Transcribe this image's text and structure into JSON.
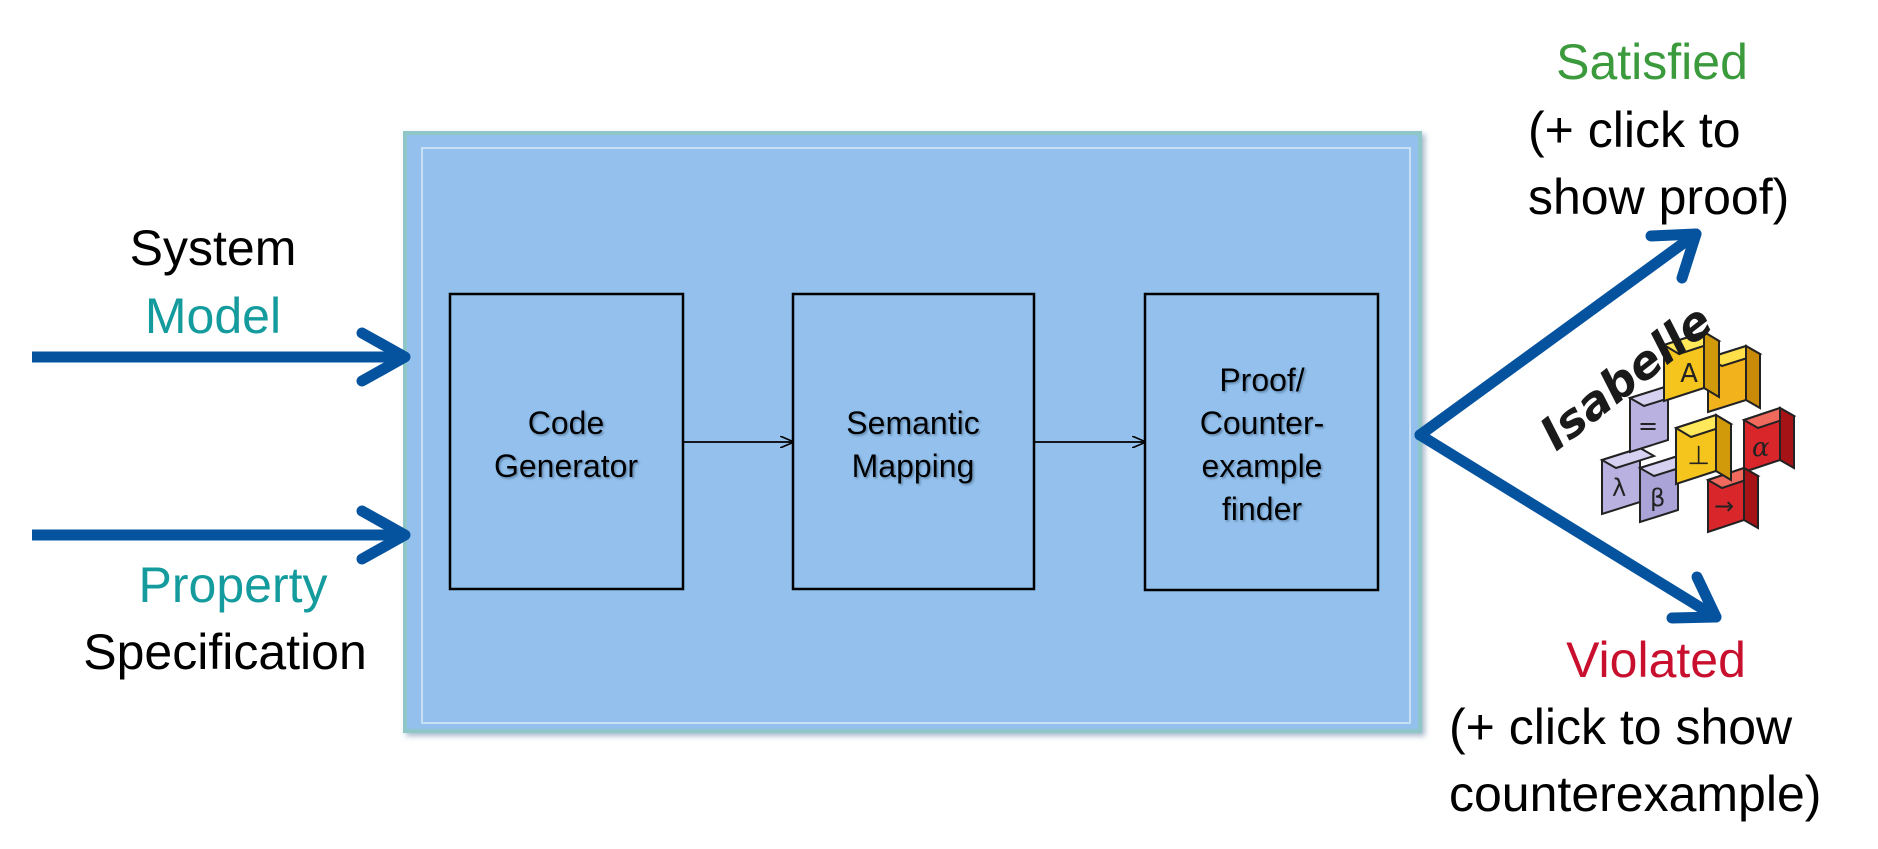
{
  "colors": {
    "panel_fill": "#93c0ec",
    "panel_border": "#8fc7c8",
    "arrow": "#05539f",
    "teal_text": "#149b9d",
    "satisfied": "#3b9a3c",
    "violated": "#c8102e",
    "black_text": "#000000"
  },
  "inputs": {
    "system_line1": "System",
    "system_line2": "Model",
    "property_line1": "Property",
    "property_line2": "Specification"
  },
  "stages": [
    {
      "lines": [
        "Code",
        "Generator"
      ]
    },
    {
      "lines": [
        "Semantic",
        "Mapping"
      ]
    },
    {
      "lines": [
        "Proof/",
        "Counter-",
        "example",
        "finder"
      ]
    }
  ],
  "outcomes": {
    "satisfied_title": "Satisfied",
    "satisfied_line1": "(+ click to",
    "satisfied_line2": "show proof)",
    "violated_title": "Violated",
    "violated_line1": "(+ click to show",
    "violated_line2": "counterexample)"
  },
  "logo": {
    "wordmark": "Isabelle",
    "cube_symbols": [
      "λ",
      "β",
      "=",
      "∀",
      "⊤",
      "α",
      "→"
    ]
  }
}
